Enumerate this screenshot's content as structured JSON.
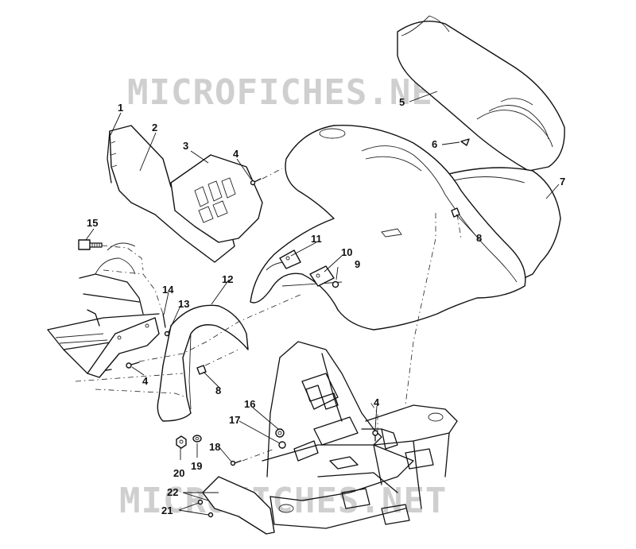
{
  "watermark": {
    "top_text": "MICROFICHES.NET",
    "bottom_text": "MICROFICHES.NET",
    "color": "#cfcfcf"
  },
  "callouts": [
    {
      "id": "c1",
      "label": "1"
    },
    {
      "id": "c2",
      "label": "2"
    },
    {
      "id": "c3",
      "label": "3"
    },
    {
      "id": "c4a",
      "label": "4"
    },
    {
      "id": "c5",
      "label": "5"
    },
    {
      "id": "c6",
      "label": "6"
    },
    {
      "id": "c7",
      "label": "7"
    },
    {
      "id": "c8a",
      "label": "8"
    },
    {
      "id": "c9",
      "label": "9"
    },
    {
      "id": "c10",
      "label": "10"
    },
    {
      "id": "c11",
      "label": "11"
    },
    {
      "id": "c12",
      "label": "12"
    },
    {
      "id": "c13",
      "label": "13"
    },
    {
      "id": "c14",
      "label": "14"
    },
    {
      "id": "c15",
      "label": "15"
    },
    {
      "id": "c4b",
      "label": "4"
    },
    {
      "id": "c8b",
      "label": "8"
    },
    {
      "id": "c16",
      "label": "16"
    },
    {
      "id": "c17",
      "label": "17"
    },
    {
      "id": "c4c",
      "label": "4"
    },
    {
      "id": "c18",
      "label": "18"
    },
    {
      "id": "c19",
      "label": "19"
    },
    {
      "id": "c20",
      "label": "20"
    },
    {
      "id": "c22",
      "label": "22"
    },
    {
      "id": "c21",
      "label": "21"
    }
  ]
}
